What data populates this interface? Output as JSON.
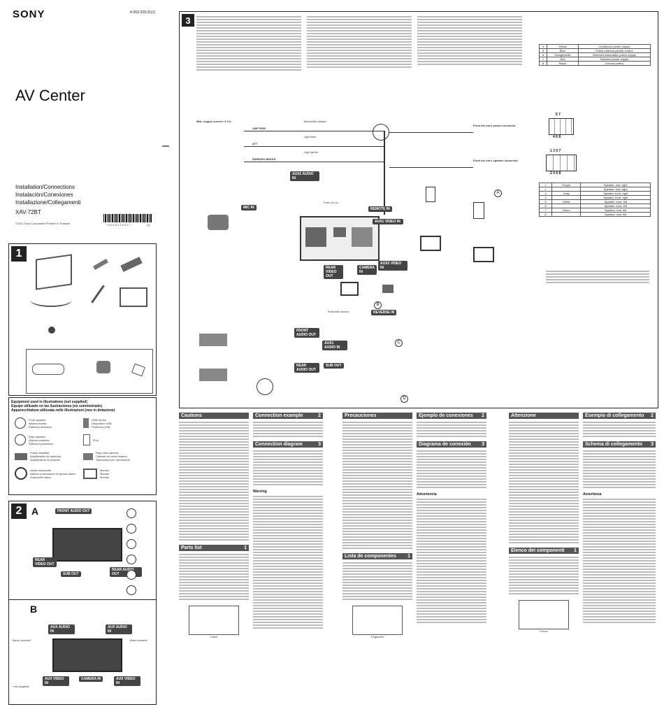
{
  "brand": "SONY",
  "doc_code": "4-263-229-21(1)",
  "title": "AV Center",
  "subtitles": [
    "Installation/Connections",
    "Instalación/Conexiones",
    "Installazione/Collegamenti"
  ],
  "model": "XAV-72BT",
  "copyright": "©2011 Sony Corporation   Printed in Thailand",
  "barcode_text": "* 4 2 6 3 2 2 9 2 1 *",
  "barcode_suffix": "(1)",
  "section_numbers": {
    "s1": "1",
    "s2": "2",
    "s3": "3"
  },
  "section2": {
    "a": "A",
    "b": "B"
  },
  "equipment": {
    "header_en": "Equipment used in illustrations (not supplied)",
    "header_es": "Equipo utilizado en las ilustraciones (no suministrado)",
    "header_it": "Apparecchiatura utilizzata nelle illustrazioni (non in dotazione)",
    "items": [
      {
        "name": "Front speaker\nAltavoz frontal\nDiffusore anteriore"
      },
      {
        "name": "USB device\nDispositivo USB\nPeriferica USB"
      },
      {
        "name": "Rear speaker\nAltavoz posterior\nDiffusore posteriore"
      },
      {
        "name": "iPod"
      },
      {
        "name": "Power amplifier\nAmplificador de potencia\nAmplificatore di potenza"
      },
      {
        "name": "Rear view camera\nCámara de visión trasera\nTelecamera per retromarcia"
      },
      {
        "name": "Active subwoofer\nAltavoz potenciador de graves activo\nSubwoofer attivo"
      },
      {
        "name": "Monitor\nMonitor\nMonitor"
      }
    ]
  },
  "diagram_labels": {
    "max_current": "Max. supply current: 0.3 A",
    "amp_rem": "AMP REM",
    "att": "ATT",
    "parking_brake": "PARKING BRAKE",
    "blue_white": "Blue/white striped",
    "light_blue": "Light blue",
    "light_green": "Light green",
    "aux2_audio_in": "AUX2 AUDIO IN",
    "remote_in": "REMOTE IN",
    "mic_in": "MIC IN",
    "aux1_video_in": "AUX1 VIDEO IN",
    "rear_video_out": "REAR VIDEO OUT",
    "camera_in": "CAMERA IN",
    "aux2_video_in": "AUX2 VIDEO IN",
    "reverse_in": "REVERSE IN",
    "front_audio_out": "FRONT AUDIO OUT",
    "aux1_audio_in": "AUX1 AUDIO IN",
    "rear_audio_out": "REAR AUDIO OUT",
    "sub_out": "SUB OUT",
    "from_power": "From the car's power connector",
    "from_speaker": "From the car's speaker connector",
    "fuse": "Fuse (10 A)",
    "protective": "Protective device"
  },
  "wire_table": [
    {
      "n": "4",
      "color": "Yellow",
      "func": "Continuous power supply"
    },
    {
      "n": "5",
      "color": "Blue",
      "func": "Power antenna (aerial) control"
    },
    {
      "n": "6",
      "color": "Orange/white",
      "func": "Switched illumination power supply"
    },
    {
      "n": "7",
      "color": "Red",
      "func": "Switched power supply"
    },
    {
      "n": "8",
      "color": "Black",
      "func": "Ground (earth)"
    }
  ],
  "speaker_table": [
    {
      "n": "1",
      "color": "Purple",
      "func": "Speaker, rear, right"
    },
    {
      "n": "2",
      "color": "",
      "func": "Speaker, rear, right"
    },
    {
      "n": "3",
      "color": "Gray",
      "func": "Speaker, front, right"
    },
    {
      "n": "4",
      "color": "",
      "func": "Speaker, front, right"
    },
    {
      "n": "5",
      "color": "White",
      "func": "Speaker, front, left"
    },
    {
      "n": "6",
      "color": "",
      "func": "Speaker, front, left"
    },
    {
      "n": "7",
      "color": "Green",
      "func": "Speaker, rear, left"
    },
    {
      "n": "8",
      "color": "",
      "func": "Speaker, rear, left"
    }
  ],
  "pin_labels": {
    "top": "5  7",
    "top2": "4  6  8",
    "mid": "1  3  5  7",
    "mid2": "2  4  6  8"
  },
  "bottom_headers": {
    "cautions": "Cautions",
    "connection_example": "Connection example",
    "connection_diagram": "Connection diagram",
    "parts_list": "Parts list",
    "warning": "Warning",
    "precauciones": "Precauciones",
    "ejemplo": "Ejemplo de conexiones",
    "diagrama": "Diagrama de conexión",
    "lista": "Lista de componentes",
    "advertencia": "Advertencia",
    "attenzione": "Attenzione",
    "esempio": "Esempio di collegamento",
    "schema": "Schema di collegamento",
    "elenco": "Elenco dei componenti",
    "avvertenza": "Avvertenza"
  },
  "section_badges": {
    "b2": "2",
    "b3": "3",
    "b1": "1"
  },
  "circled_letters": [
    "A",
    "B",
    "C",
    "D"
  ],
  "catch_label": "Catch",
  "enganche_label": "Enganche",
  "fermo_label": "Fermo",
  "game_console": "Game console*",
  "video_camera": "Video camera*",
  "not_supplied_note": "* not supplied",
  "monitor_labels": {
    "front_audio_out": "FRONT AUDIO OUT",
    "rear_video_out": "REAR VIDEO OUT",
    "sub_out": "SUB OUT",
    "rear_audio_out": "REAR AUDIO OUT",
    "aux_audio_in": "AUX AUDIO IN",
    "aux_video_in": "AUX VIDEO IN",
    "camera_in": "CAMERA IN"
  }
}
